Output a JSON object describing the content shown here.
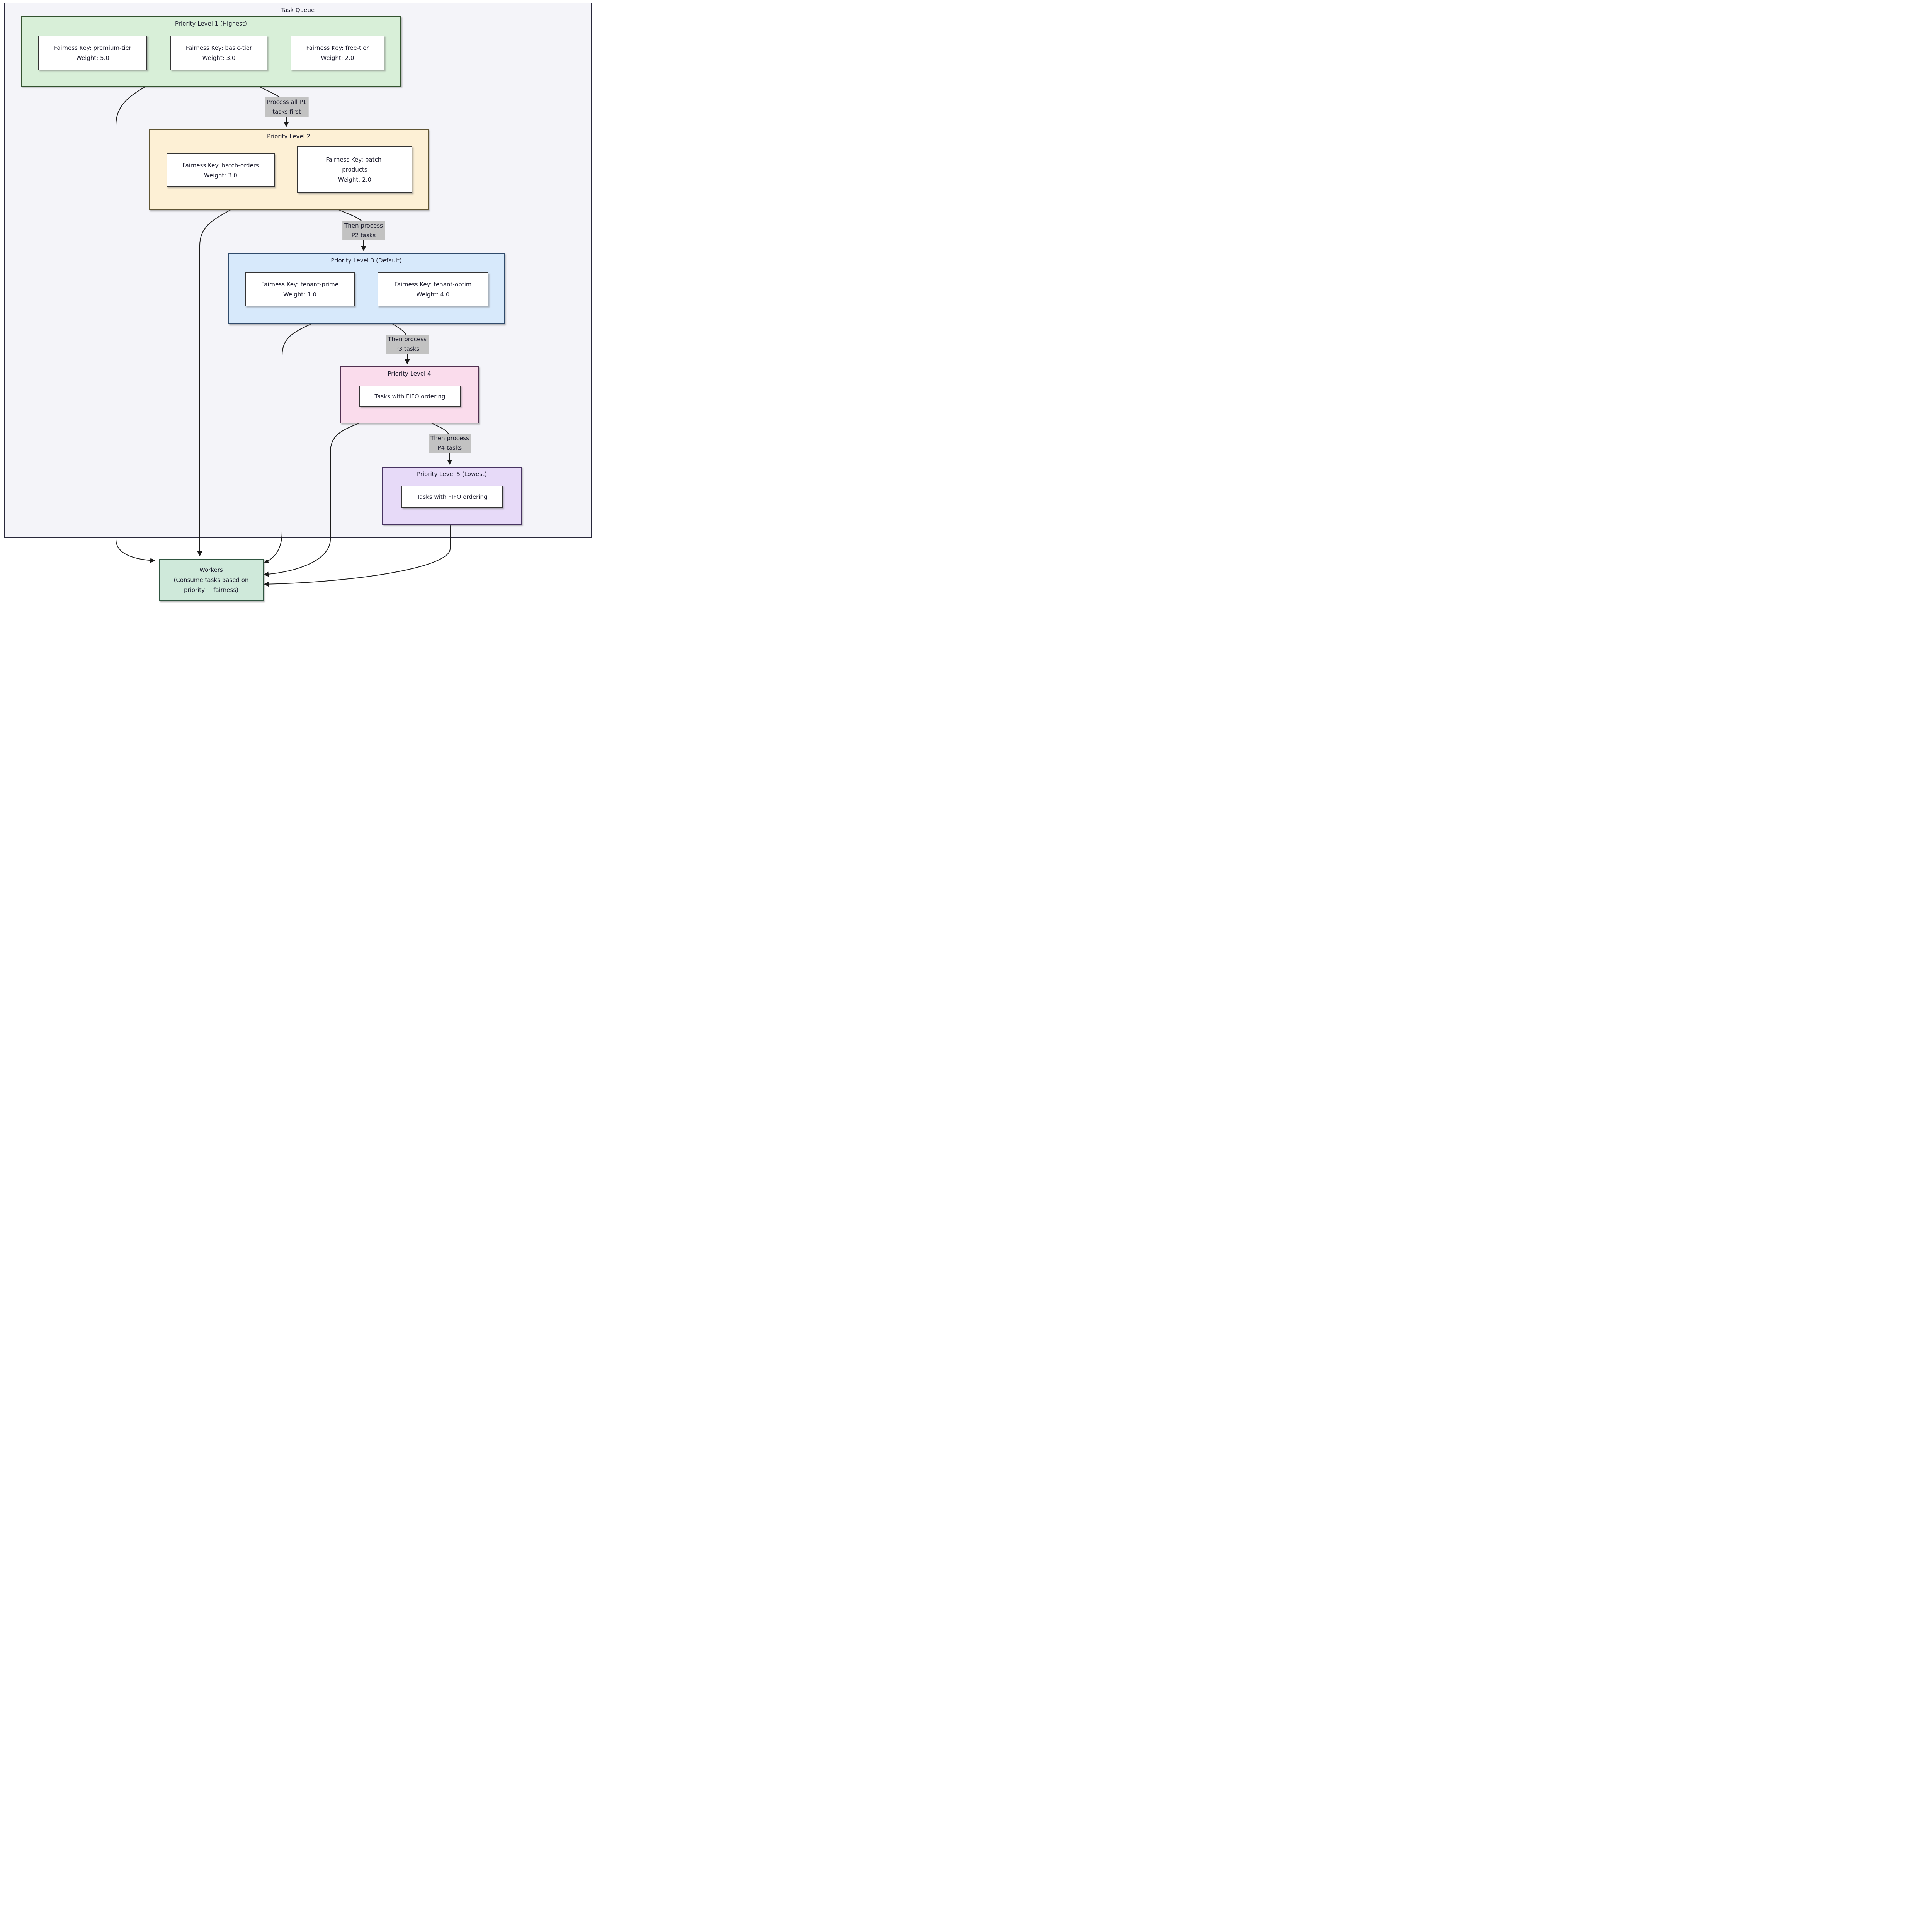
{
  "colors": {
    "container_fill": "#f4f4f9",
    "container_stroke": "#27273a",
    "p1_fill": "#d8efd8",
    "p2_fill": "#fdf0d5",
    "p3_fill": "#d7e9fb",
    "p4_fill": "#fadcec",
    "p5_fill": "#e7daf8",
    "workers_fill": "#cfe9da",
    "node_fill": "#ffffff",
    "node_stroke": "#333333",
    "edge_label_bg": "#c2c2c2",
    "arrow": "#1a1a1a",
    "text": "#1d1d2e"
  },
  "container": {
    "label": "Task Queue"
  },
  "levels": {
    "p1": {
      "title": "Priority Level 1 (Highest)",
      "nodes": [
        {
          "label": "Fairness Key: premium-tier",
          "weight": "Weight: 5.0"
        },
        {
          "label": "Fairness Key: basic-tier",
          "weight": "Weight: 3.0"
        },
        {
          "label": "Fairness Key: free-tier",
          "weight": "Weight: 2.0"
        }
      ]
    },
    "p2": {
      "title": "Priority Level 2",
      "nodes": [
        {
          "label": "Fairness Key: batch-orders",
          "weight": "Weight: 3.0"
        },
        {
          "label": "Fairness Key: batch-products",
          "weight": "Weight: 2.0"
        }
      ]
    },
    "p3": {
      "title": "Priority Level 3 (Default)",
      "nodes": [
        {
          "label": "Fairness Key: tenant-prime",
          "weight": "Weight: 1.0"
        },
        {
          "label": "Fairness Key: tenant-optim",
          "weight": "Weight: 4.0"
        }
      ]
    },
    "p4": {
      "title": "Priority Level 4",
      "nodes": [
        {
          "label": "Tasks with FIFO ordering"
        }
      ]
    },
    "p5": {
      "title": "Priority Level 5 (Lowest)",
      "nodes": [
        {
          "label": "Tasks with FIFO ordering"
        }
      ]
    }
  },
  "edges": {
    "p1_p2": {
      "line1": "Process all P1",
      "line2": "tasks first"
    },
    "p2_p3": {
      "line1": "Then process",
      "line2": "P2 tasks"
    },
    "p3_p4": {
      "line1": "Then process",
      "line2": "P3 tasks"
    },
    "p4_p5": {
      "line1": "Then process",
      "line2": "P4 tasks"
    }
  },
  "workers": {
    "line1": "Workers",
    "line2": "(Consume tasks based on",
    "line3": "priority + fairness)"
  }
}
